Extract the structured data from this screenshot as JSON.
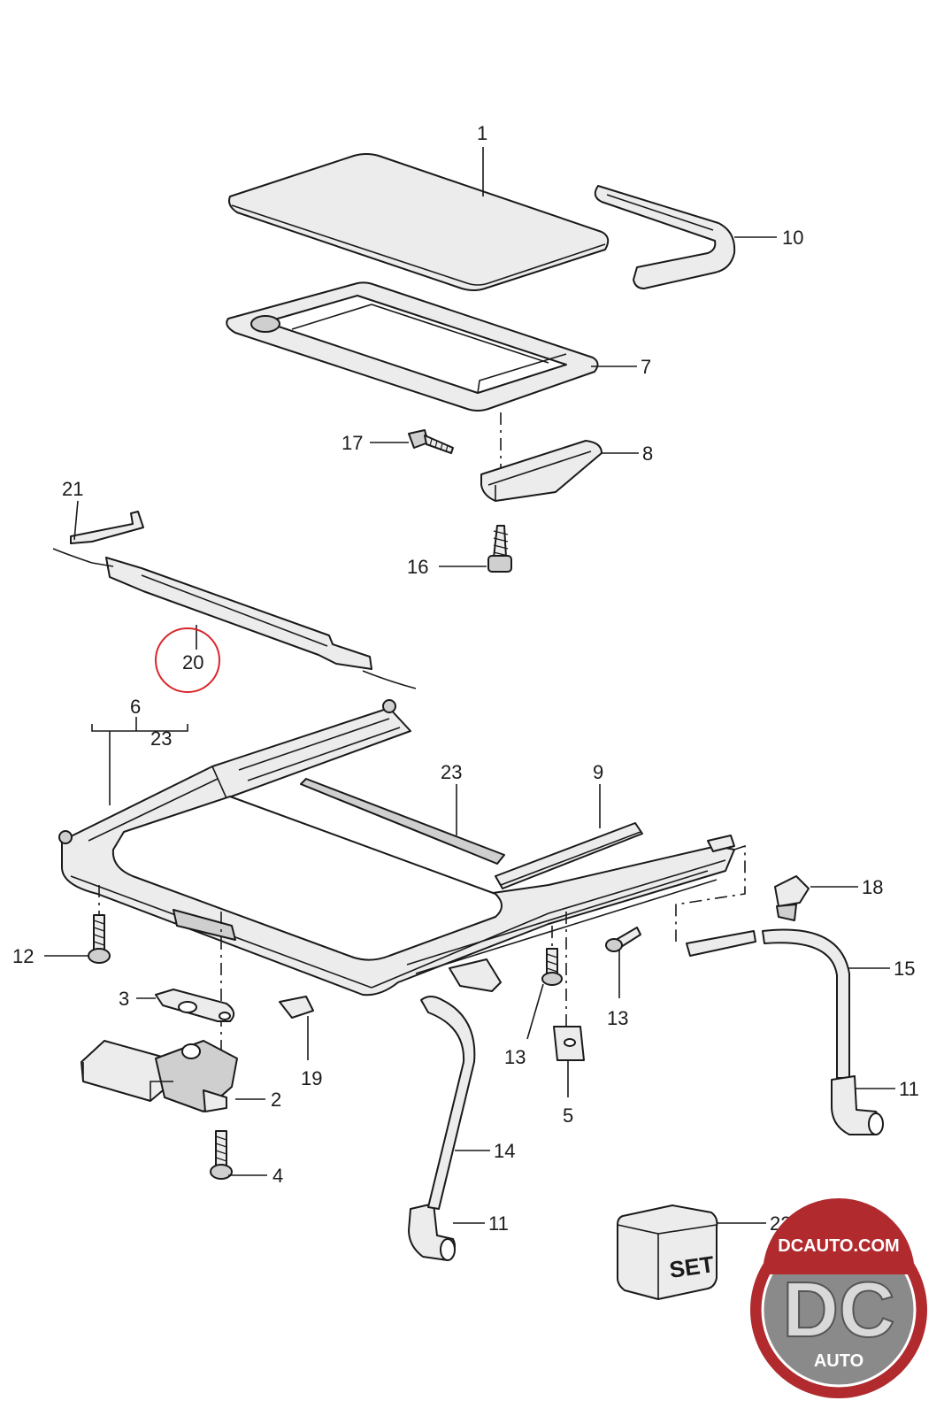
{
  "callouts": {
    "c1": "1",
    "c2": "2",
    "c3": "3",
    "c4": "4",
    "c5": "5",
    "c6": "6",
    "c7": "7",
    "c8": "8",
    "c9": "9",
    "c10": "10",
    "c11a": "11",
    "c11b": "11",
    "c12": "12",
    "c13a": "13",
    "c13b": "13",
    "c14": "14",
    "c15": "15",
    "c16": "16",
    "c17": "17",
    "c18": "18",
    "c19": "19",
    "c20": "20",
    "c21": "21",
    "c22": "22",
    "c23a": "23",
    "c23b": "23"
  },
  "set_box": {
    "label": "SET"
  },
  "highlighted_part": "20",
  "highlight_color": "#d8262c",
  "logo": {
    "url_text": "DCAUTO.COM",
    "monogram": "DC",
    "word": "AUTO",
    "ring_color": "#b02a2e"
  }
}
